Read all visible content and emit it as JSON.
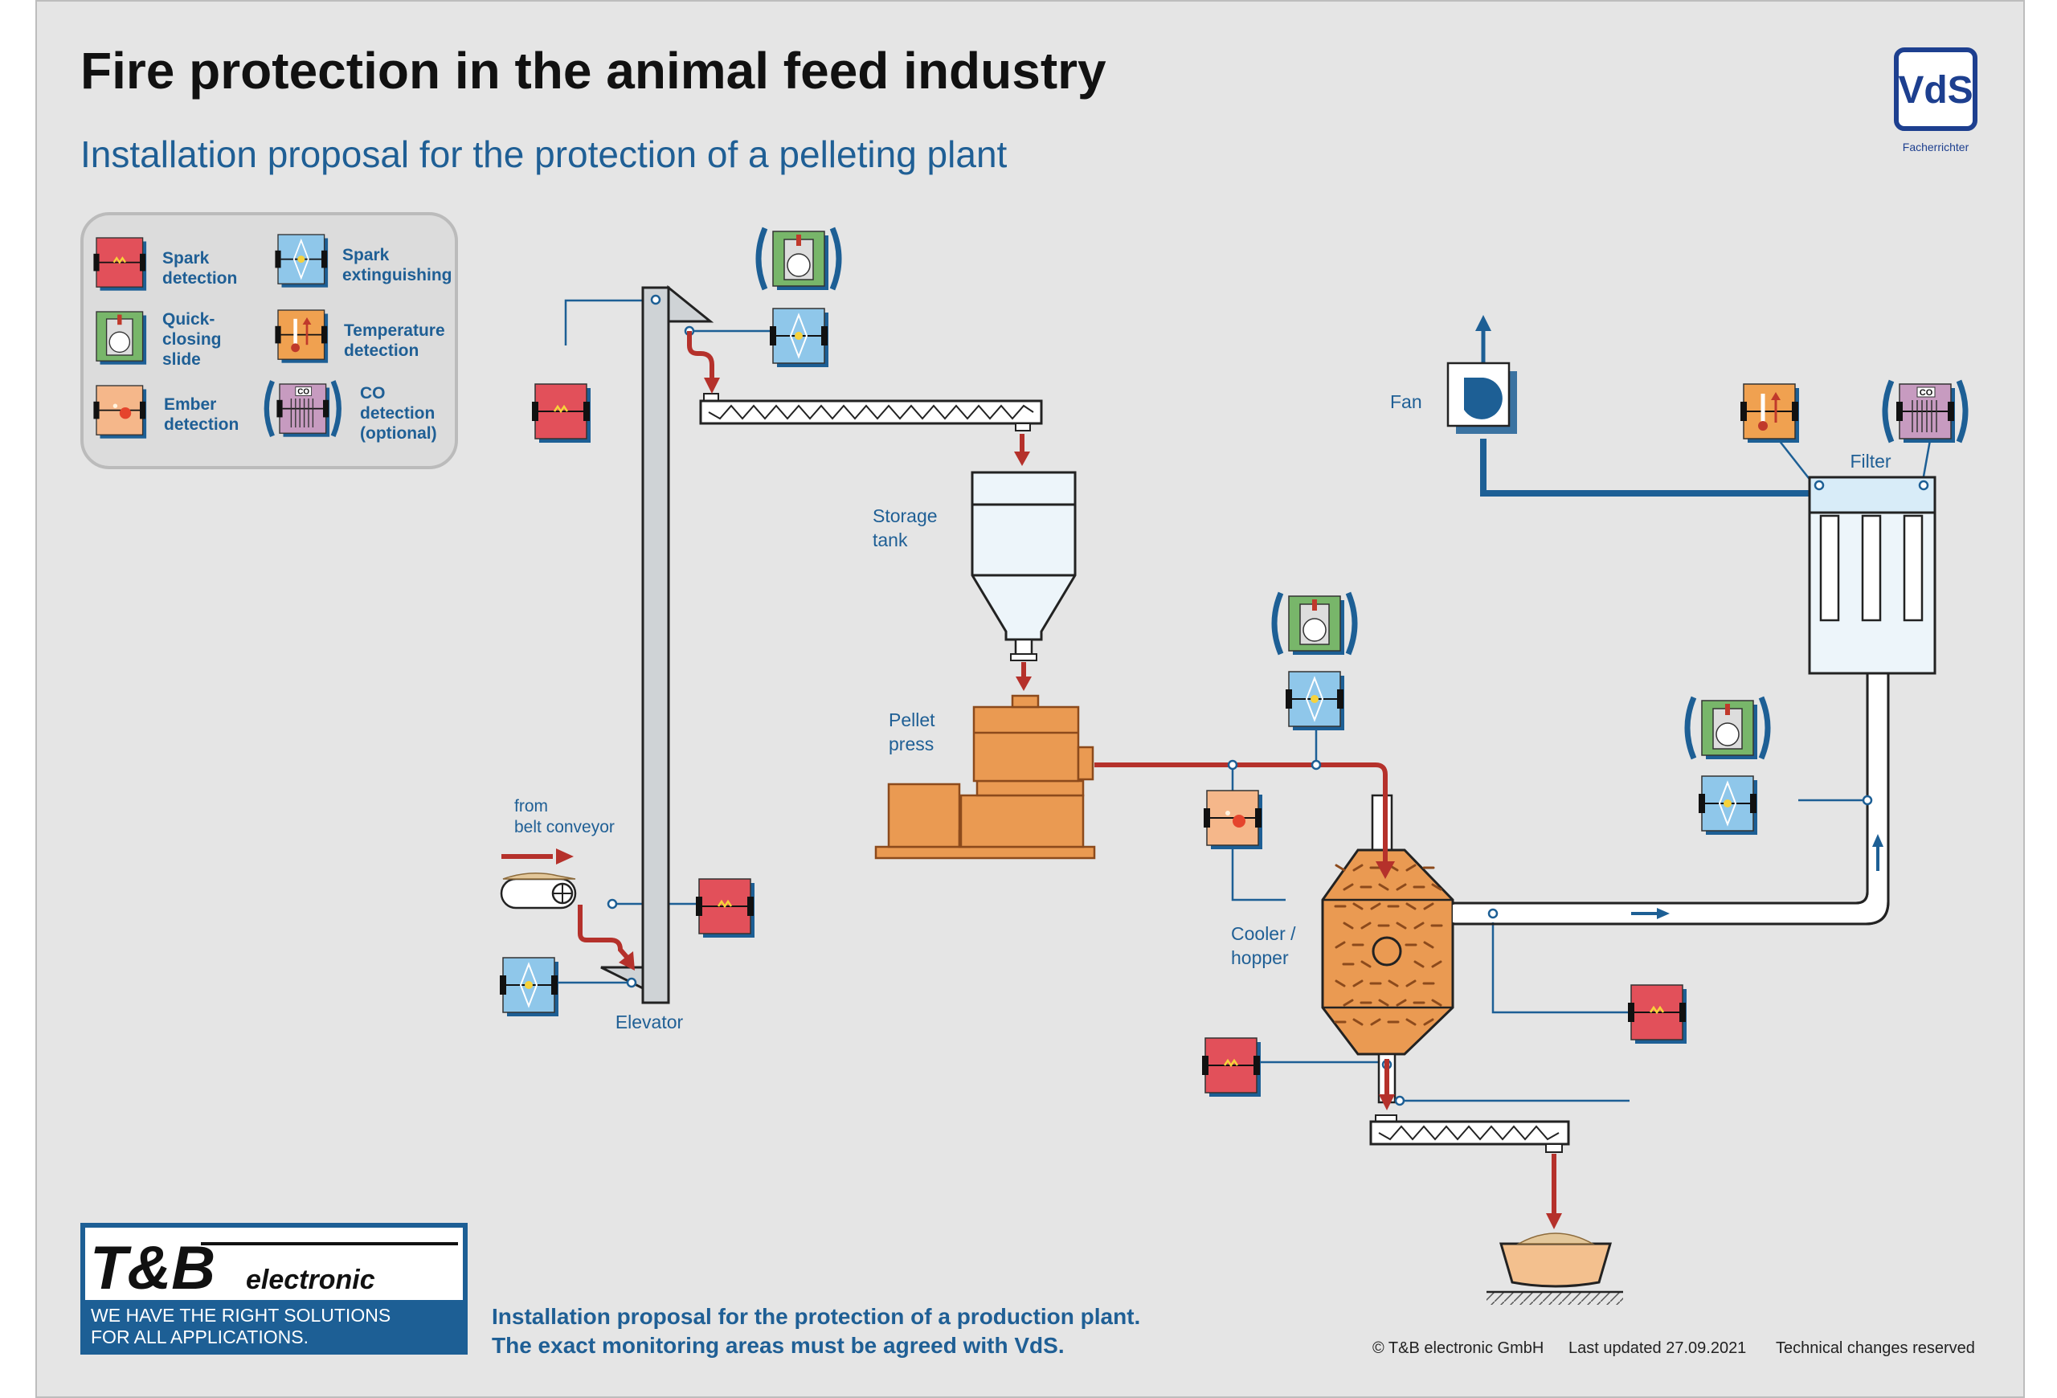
{
  "title": "Fire protection in the animal feed industry",
  "subtitle": "Installation proposal for the protection of a pelleting plant",
  "vds": {
    "mark": "VdS",
    "caption": "Facherrichter"
  },
  "legend": [
    {
      "key": "spark",
      "line1": "Spark",
      "line2": "detection",
      "line3": ""
    },
    {
      "key": "extinguish",
      "line1": "Spark",
      "line2": "extinguishing",
      "line3": ""
    },
    {
      "key": "slide",
      "line1": "Quick-",
      "line2": "closing",
      "line3": "slide"
    },
    {
      "key": "temp",
      "line1": "Temperature",
      "line2": "detection",
      "line3": ""
    },
    {
      "key": "ember",
      "line1": "Ember",
      "line2": "detection",
      "line3": ""
    },
    {
      "key": "co",
      "line1": "CO",
      "line2": "detection",
      "line3": "(optional)"
    }
  ],
  "labels": {
    "storage_1": "Storage",
    "storage_2": "tank",
    "press_1": "Pellet",
    "press_2": "press",
    "belt_1": "from",
    "belt_2": "belt conveyor",
    "elevator": "Elevator",
    "cooler_1": "Cooler /",
    "cooler_2": "hopper",
    "fan": "Fan",
    "filter": "Filter"
  },
  "co_icon_text": "CO",
  "logo": {
    "brand": "T&B",
    "brand_suffix": "electronic",
    "slogan_1": "WE HAVE THE RIGHT SOLUTIONS",
    "slogan_2": "FOR ALL APPLICATIONS."
  },
  "note_1": "Installation proposal for the protection of a production plant.",
  "note_2": "The exact monitoring areas must be agreed with VdS.",
  "footer": {
    "copyright": "© T&B electronic GmbH",
    "updated": "Last updated 27.09.2021",
    "disclaimer": "Technical changes reserved"
  },
  "colors": {
    "title": "#111111",
    "blue_text": "#1f5f95",
    "pipe_blue": "#1d5f95",
    "flow_red": "#b5312b",
    "machine_orange": "#ea9a52",
    "spark_red": "#e2505a",
    "extinguish_blue": "#8fc7ea",
    "slide_green": "#78b66a",
    "temp_orange": "#f0a150",
    "ember_peach": "#f5b78a",
    "co_lilac": "#c79bc0"
  }
}
